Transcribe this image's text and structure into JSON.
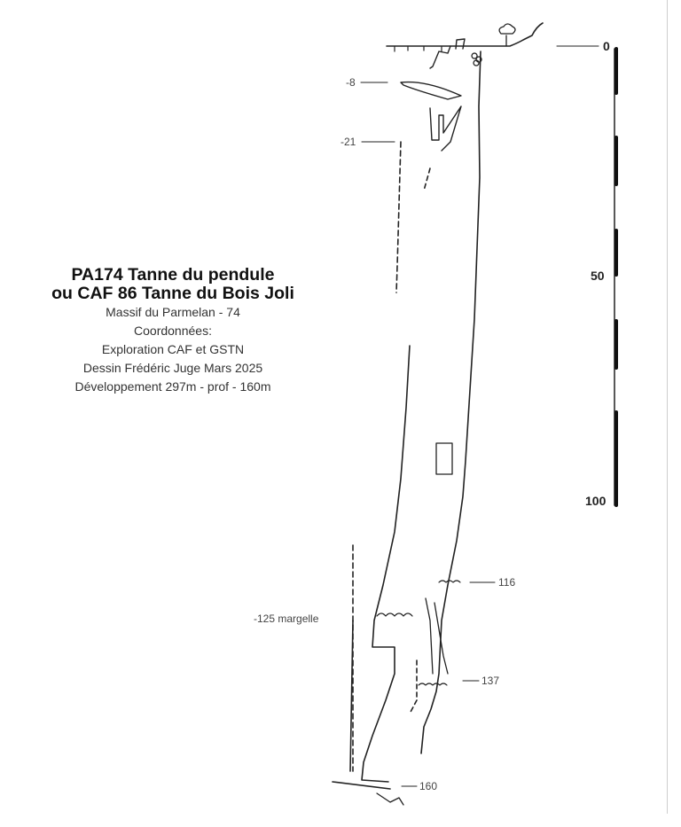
{
  "title": {
    "line1": "PA174 Tanne du pendule",
    "line2": "ou CAF 86 Tanne du Bois Joli",
    "details": [
      "Massif du Parmelan - 74",
      "Coordonnées:",
      "Exploration CAF et GSTN",
      "Dessin Frédéric Juge Mars 2025",
      "Développement 297m - prof - 160m"
    ]
  },
  "depth_labels": {
    "d8": "-8",
    "d21": "-21",
    "d116": "116",
    "d125": "-125 margelle",
    "d137": "137",
    "d160": "160"
  },
  "scale": {
    "l0": "0",
    "l50": "50",
    "l100": "100"
  }
}
